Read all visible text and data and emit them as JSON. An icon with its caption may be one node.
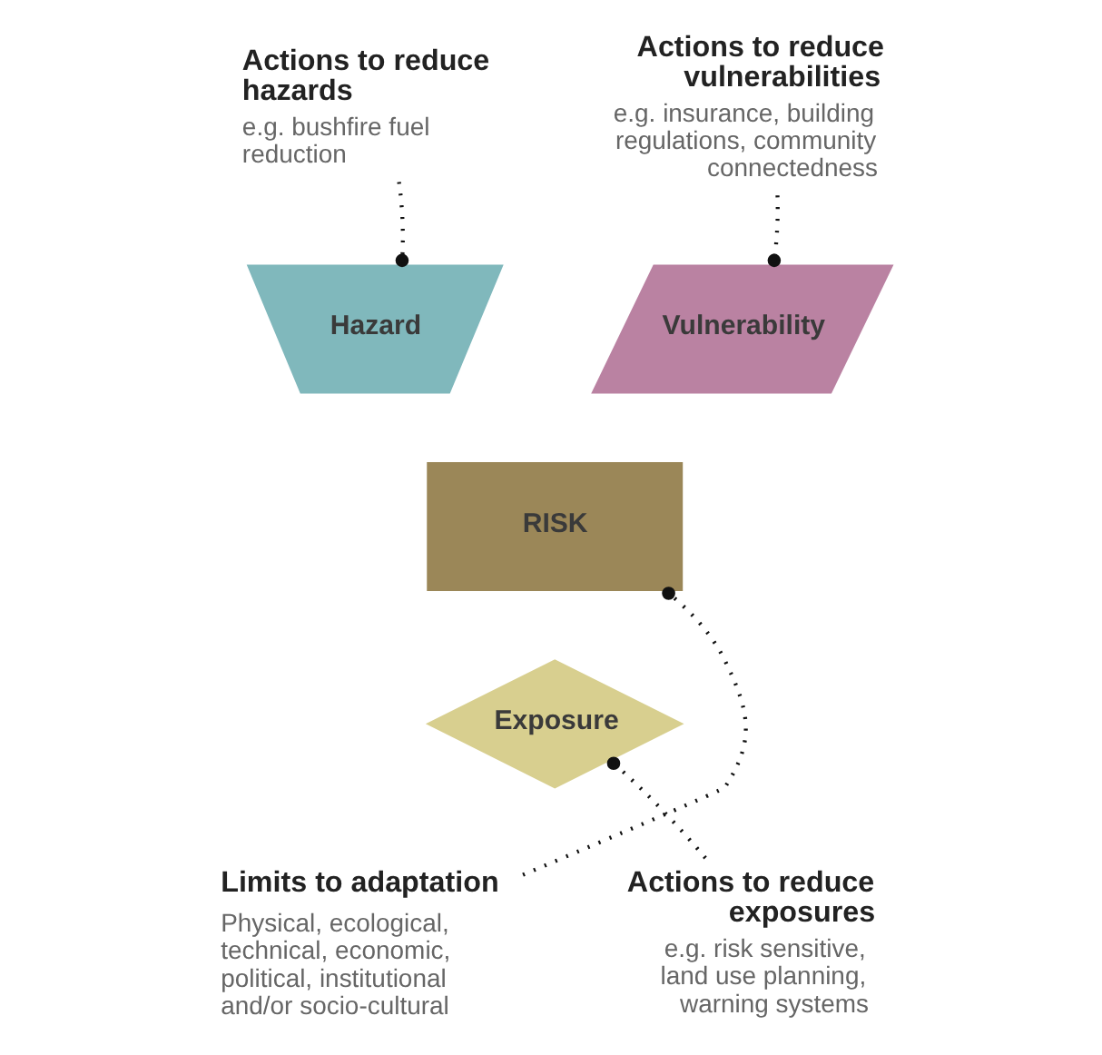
{
  "diagram": {
    "nodes": [
      {
        "text": [
          "Actions to reduce hazards",
          "e.g. bushfire fuel reduction"
        ]
      },
      {
        "text": [
          "Actions to reduce vulnerabilities",
          "e.g. insurance, building regulations, community connectedness"
        ]
      },
      {
        "text": [
          "Hazard"
        ]
      },
      {
        "text": [
          "Vulnerability"
        ]
      },
      {
        "text": [
          "RISK"
        ]
      },
      {
        "text": [
          "Exposure"
        ]
      },
      {
        "text": [
          "Limits to adaptation",
          "Physical, ecological, technical, economic, political, institutional and/or socio-cultural"
        ]
      },
      {
        "text": [
          "Actions to reduce exposures",
          "e.g. risk sensitive, land use planning, warning systems"
        ]
      }
    ],
    "edges": [
      {
        "from": 0,
        "to": 2,
        "arrow": "other"
      },
      {
        "from": 1,
        "to": 3,
        "arrow": "other"
      },
      {
        "from": 6,
        "to": 4,
        "arrow": "other"
      },
      {
        "from": 7,
        "to": 5,
        "arrow": "other"
      }
    ]
  }
}
